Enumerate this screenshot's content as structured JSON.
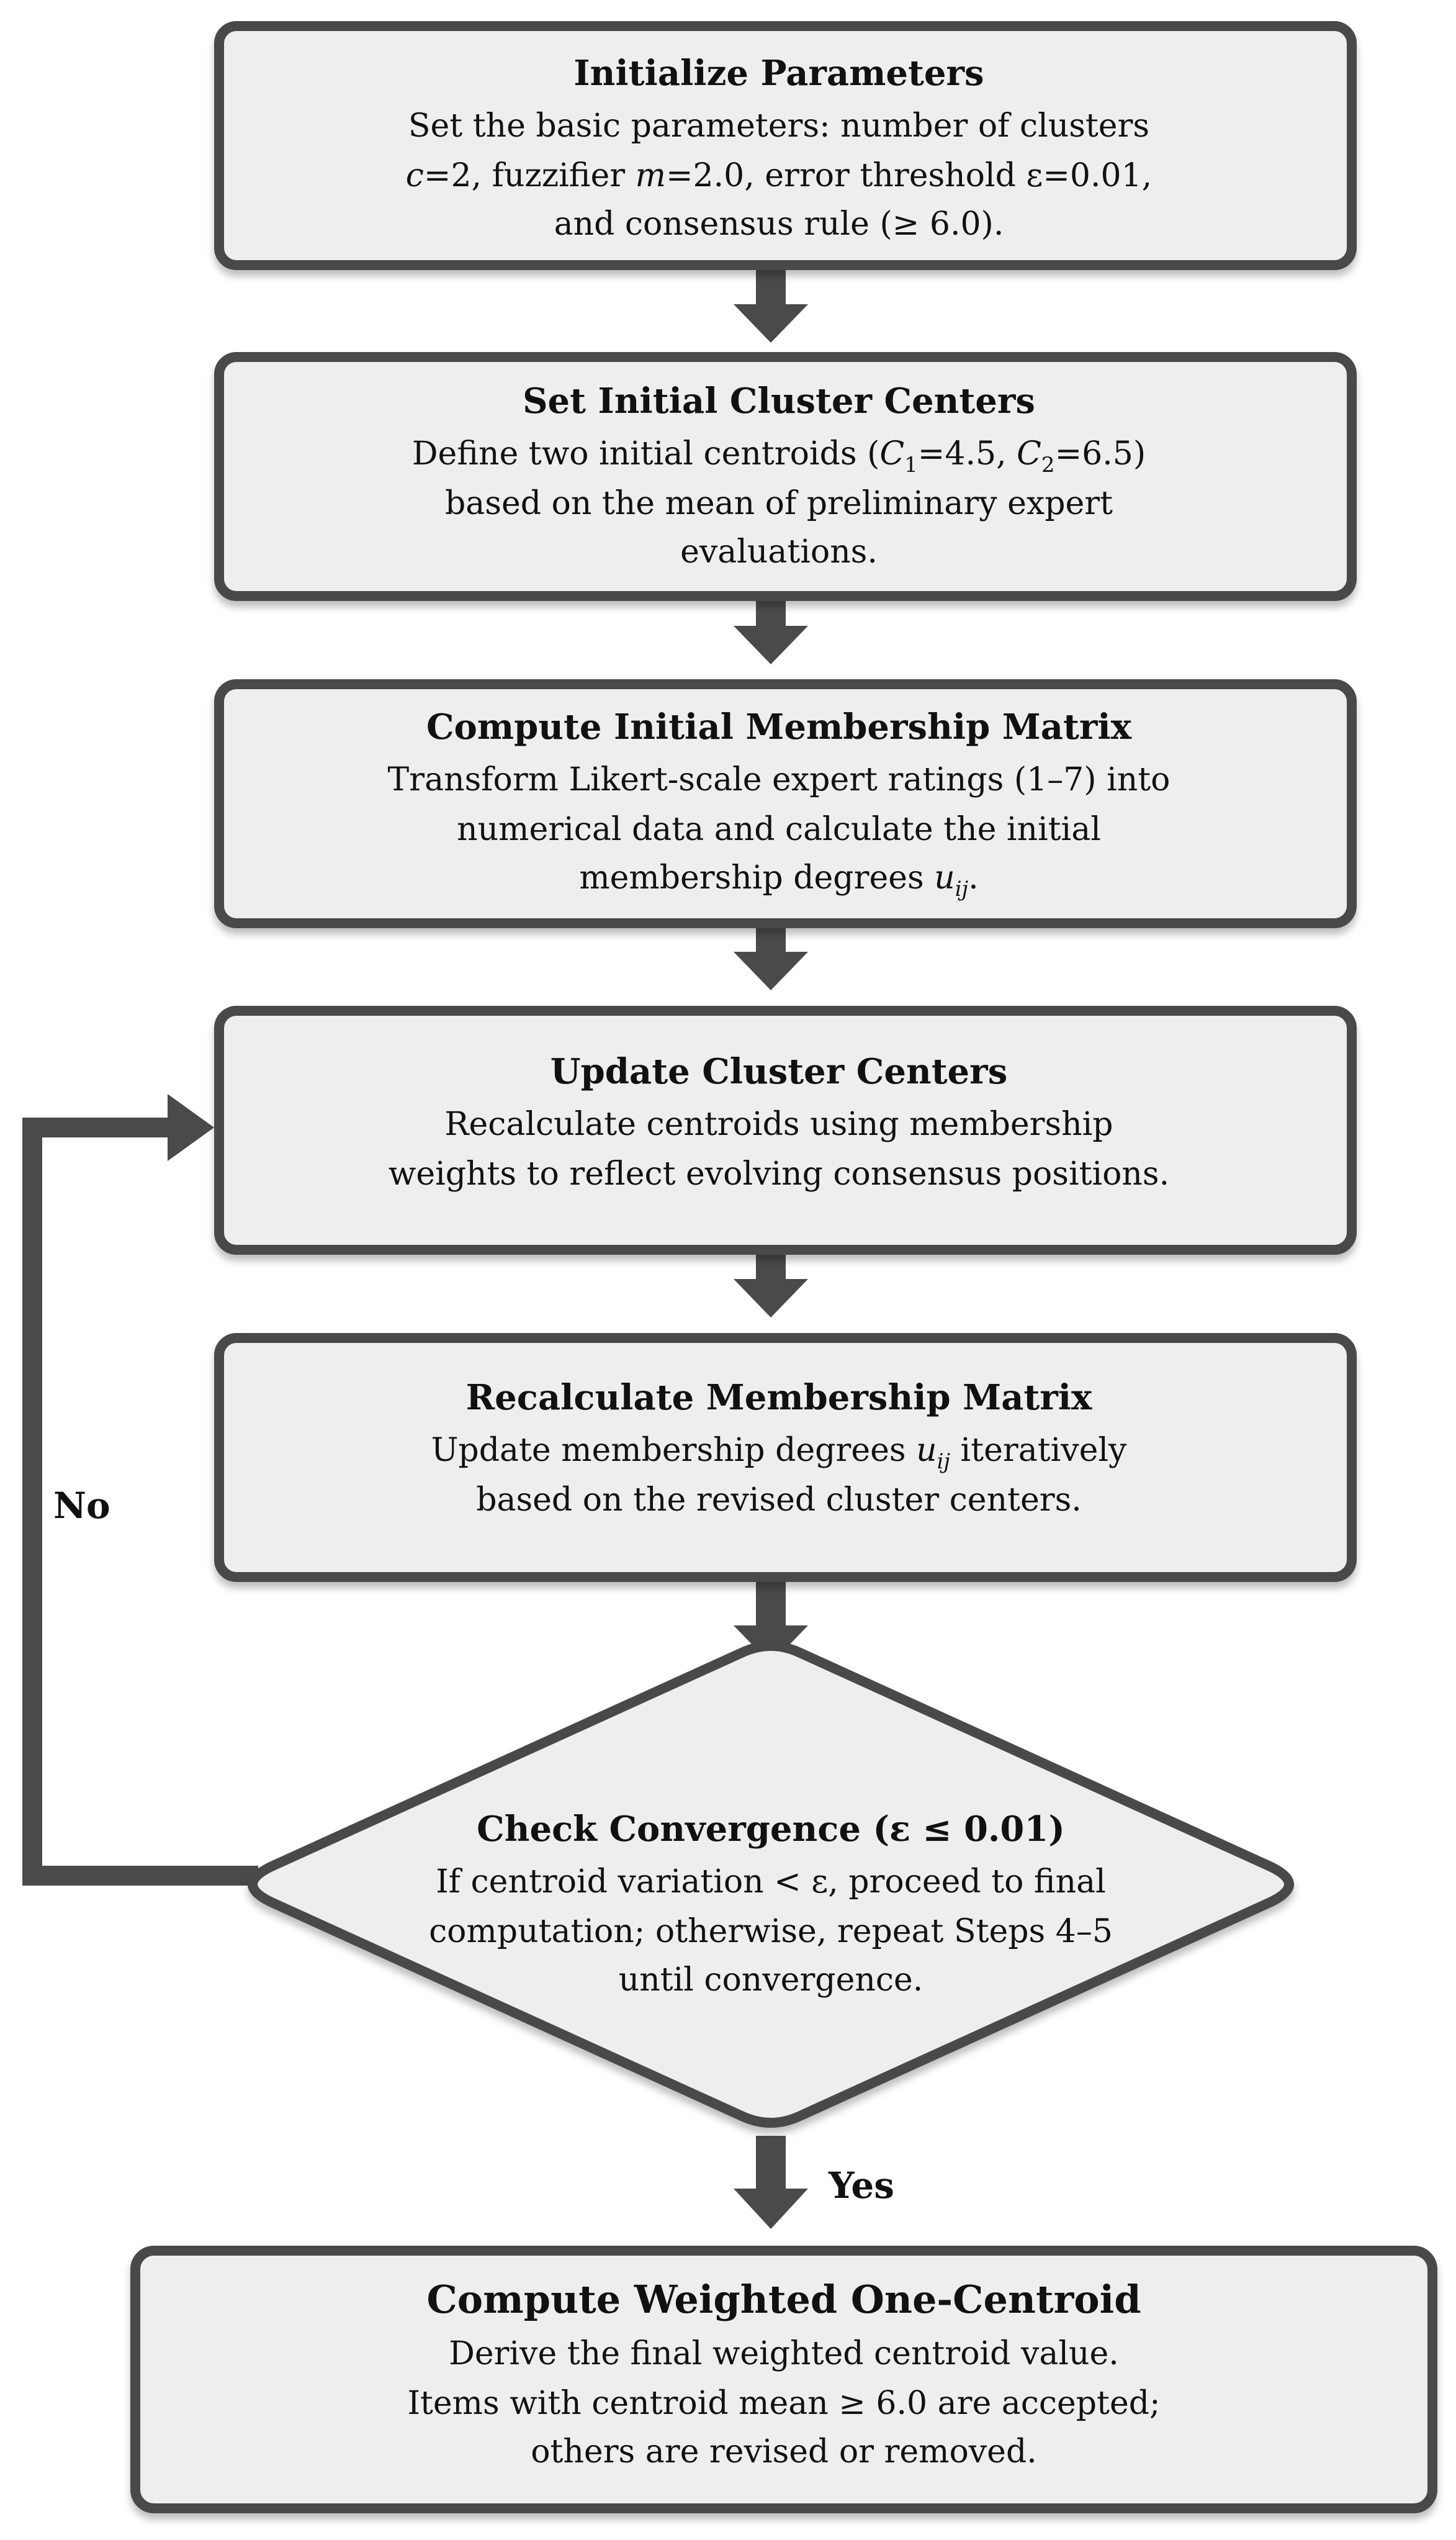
{
  "steps": [
    {
      "title": "Initialize Parameters",
      "lines": [
        "Set the basic parameters: number of clusters",
        [
          "c",
          "=2, fuzzifier ",
          "m",
          "=2.0, error threshold  ε=0.01,"
        ],
        "and consensus rule (≥ 6.0)."
      ]
    },
    {
      "title": "Set Initial Cluster Centers",
      "lines": [
        [
          "Define two initial centroids (",
          "C",
          "1",
          "=4.5, ",
          "C",
          "2",
          "=6.5)"
        ],
        "based on the mean of preliminary expert",
        "evaluations."
      ]
    },
    {
      "title": "Compute Initial Membership Matrix",
      "lines": [
        "Transform Likert-scale expert ratings (1–7) into",
        "numerical data and calculate the initial",
        [
          "membership degrees ",
          "u",
          "ij",
          "."
        ]
      ]
    },
    {
      "title": "Update Cluster Centers",
      "lines": [
        "Recalculate centroids using membership",
        "weights to reflect evolving consensus positions."
      ]
    },
    {
      "title": "Recalculate Membership Matrix",
      "lines": [
        [
          "Update membership degrees ",
          "u",
          "ij",
          " iteratively"
        ],
        "based on the revised cluster centers."
      ]
    }
  ],
  "decision": {
    "title": "Check Convergence (ε ≤ 0.01)",
    "line1": "If centroid variation < ε, proceed to final",
    "line2": "computation; otherwise, repeat Steps 4–5",
    "line3": "until convergence."
  },
  "final": {
    "title": "Compute Weighted One-Centroid",
    "line1": "Derive the final weighted centroid value.",
    "line2": "Items with centroid mean ≥ 6.0 are accepted;",
    "line3": "others are revised or removed."
  },
  "labels": {
    "no": "No",
    "yes": "Yes"
  },
  "colors": {
    "box_fill": "#eeeeee",
    "stroke": "#4a4a4a"
  }
}
